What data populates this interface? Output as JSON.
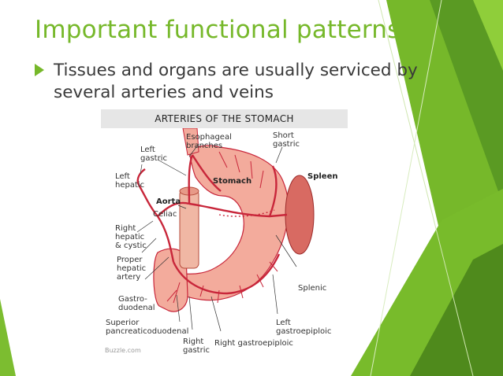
{
  "slide": {
    "title": "Important functional patterns",
    "bullet": "Tissues and organs are usually serviced by several arteries and veins"
  },
  "figure": {
    "header": "ARTERIES OF THE STOMACH",
    "labels": {
      "esophageal": "Esophageal\nbranches",
      "short_gastric": "Short\ngastric",
      "left_gastric": "Left\ngastric",
      "left_hepatic": "Left\nhepatic",
      "stomach": "Stomach",
      "spleen": "Spleen",
      "aorta": "Aorta",
      "celiac": "Celiac",
      "right_hepatic": "Right\nhepatic\n& cystic",
      "proper_hepatic": "Proper\nhepatic\nartery",
      "gastroduodenal": "Gastro-\nduodenal",
      "splenic": "Splenic",
      "superior_pd": "Superior\npancreaticoduodenal",
      "left_gastroepiploic": "Left\ngastroepiploic",
      "right_gastric": "Right\ngastric",
      "right_gastroepiploic": "Right gastroepiploic"
    },
    "watermark": "Buzzle.com"
  },
  "theme": {
    "accent": "#76b82a",
    "accent_dark": "#4f8a1c",
    "organ": "#f2a898",
    "vessel": "#c8263a"
  }
}
